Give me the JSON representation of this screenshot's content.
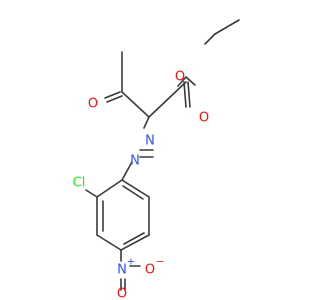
{
  "molecule": {
    "atom_labels": [
      {
        "id": "o_ester",
        "text": "O"
      },
      {
        "id": "o_carbonyl_ester",
        "text": "O"
      },
      {
        "id": "o_ketone",
        "text": "O"
      },
      {
        "id": "n_azo_1",
        "text": "N"
      },
      {
        "id": "n_azo_2",
        "text": "N"
      },
      {
        "id": "cl",
        "text": "Cl"
      },
      {
        "id": "n_nitro",
        "text": "N"
      },
      {
        "id": "o_nitro_top",
        "text": "O"
      },
      {
        "id": "o_nitro_right",
        "text": "O"
      }
    ],
    "charges": {
      "n_nitro": "+",
      "o_nitro_right": "−"
    },
    "colors": {
      "bond": "#3a3a3a",
      "oxygen": "#ff0d0d",
      "nitrogen": "#3050f8",
      "chlorine": "#1ff01f"
    }
  }
}
